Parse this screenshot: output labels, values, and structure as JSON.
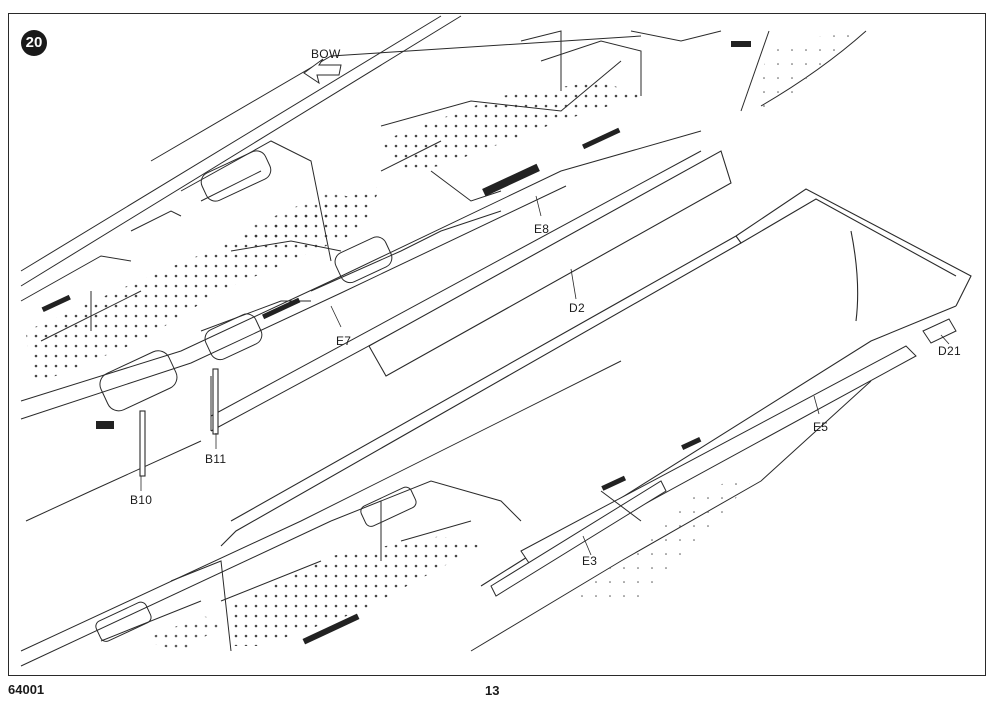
{
  "step": {
    "number": "20"
  },
  "direction": {
    "label": "BOW"
  },
  "parts": {
    "e8": "E8",
    "d2": "D2",
    "e7": "E7",
    "b11": "B11",
    "b10": "B10",
    "d21": "D21",
    "e5": "E5",
    "e3": "E3"
  },
  "footer": {
    "kit_number": "64001",
    "page_number": "13"
  },
  "colors": {
    "line": "#2a2a2a",
    "paper": "#ffffff",
    "badge": "#1a1a1a"
  }
}
